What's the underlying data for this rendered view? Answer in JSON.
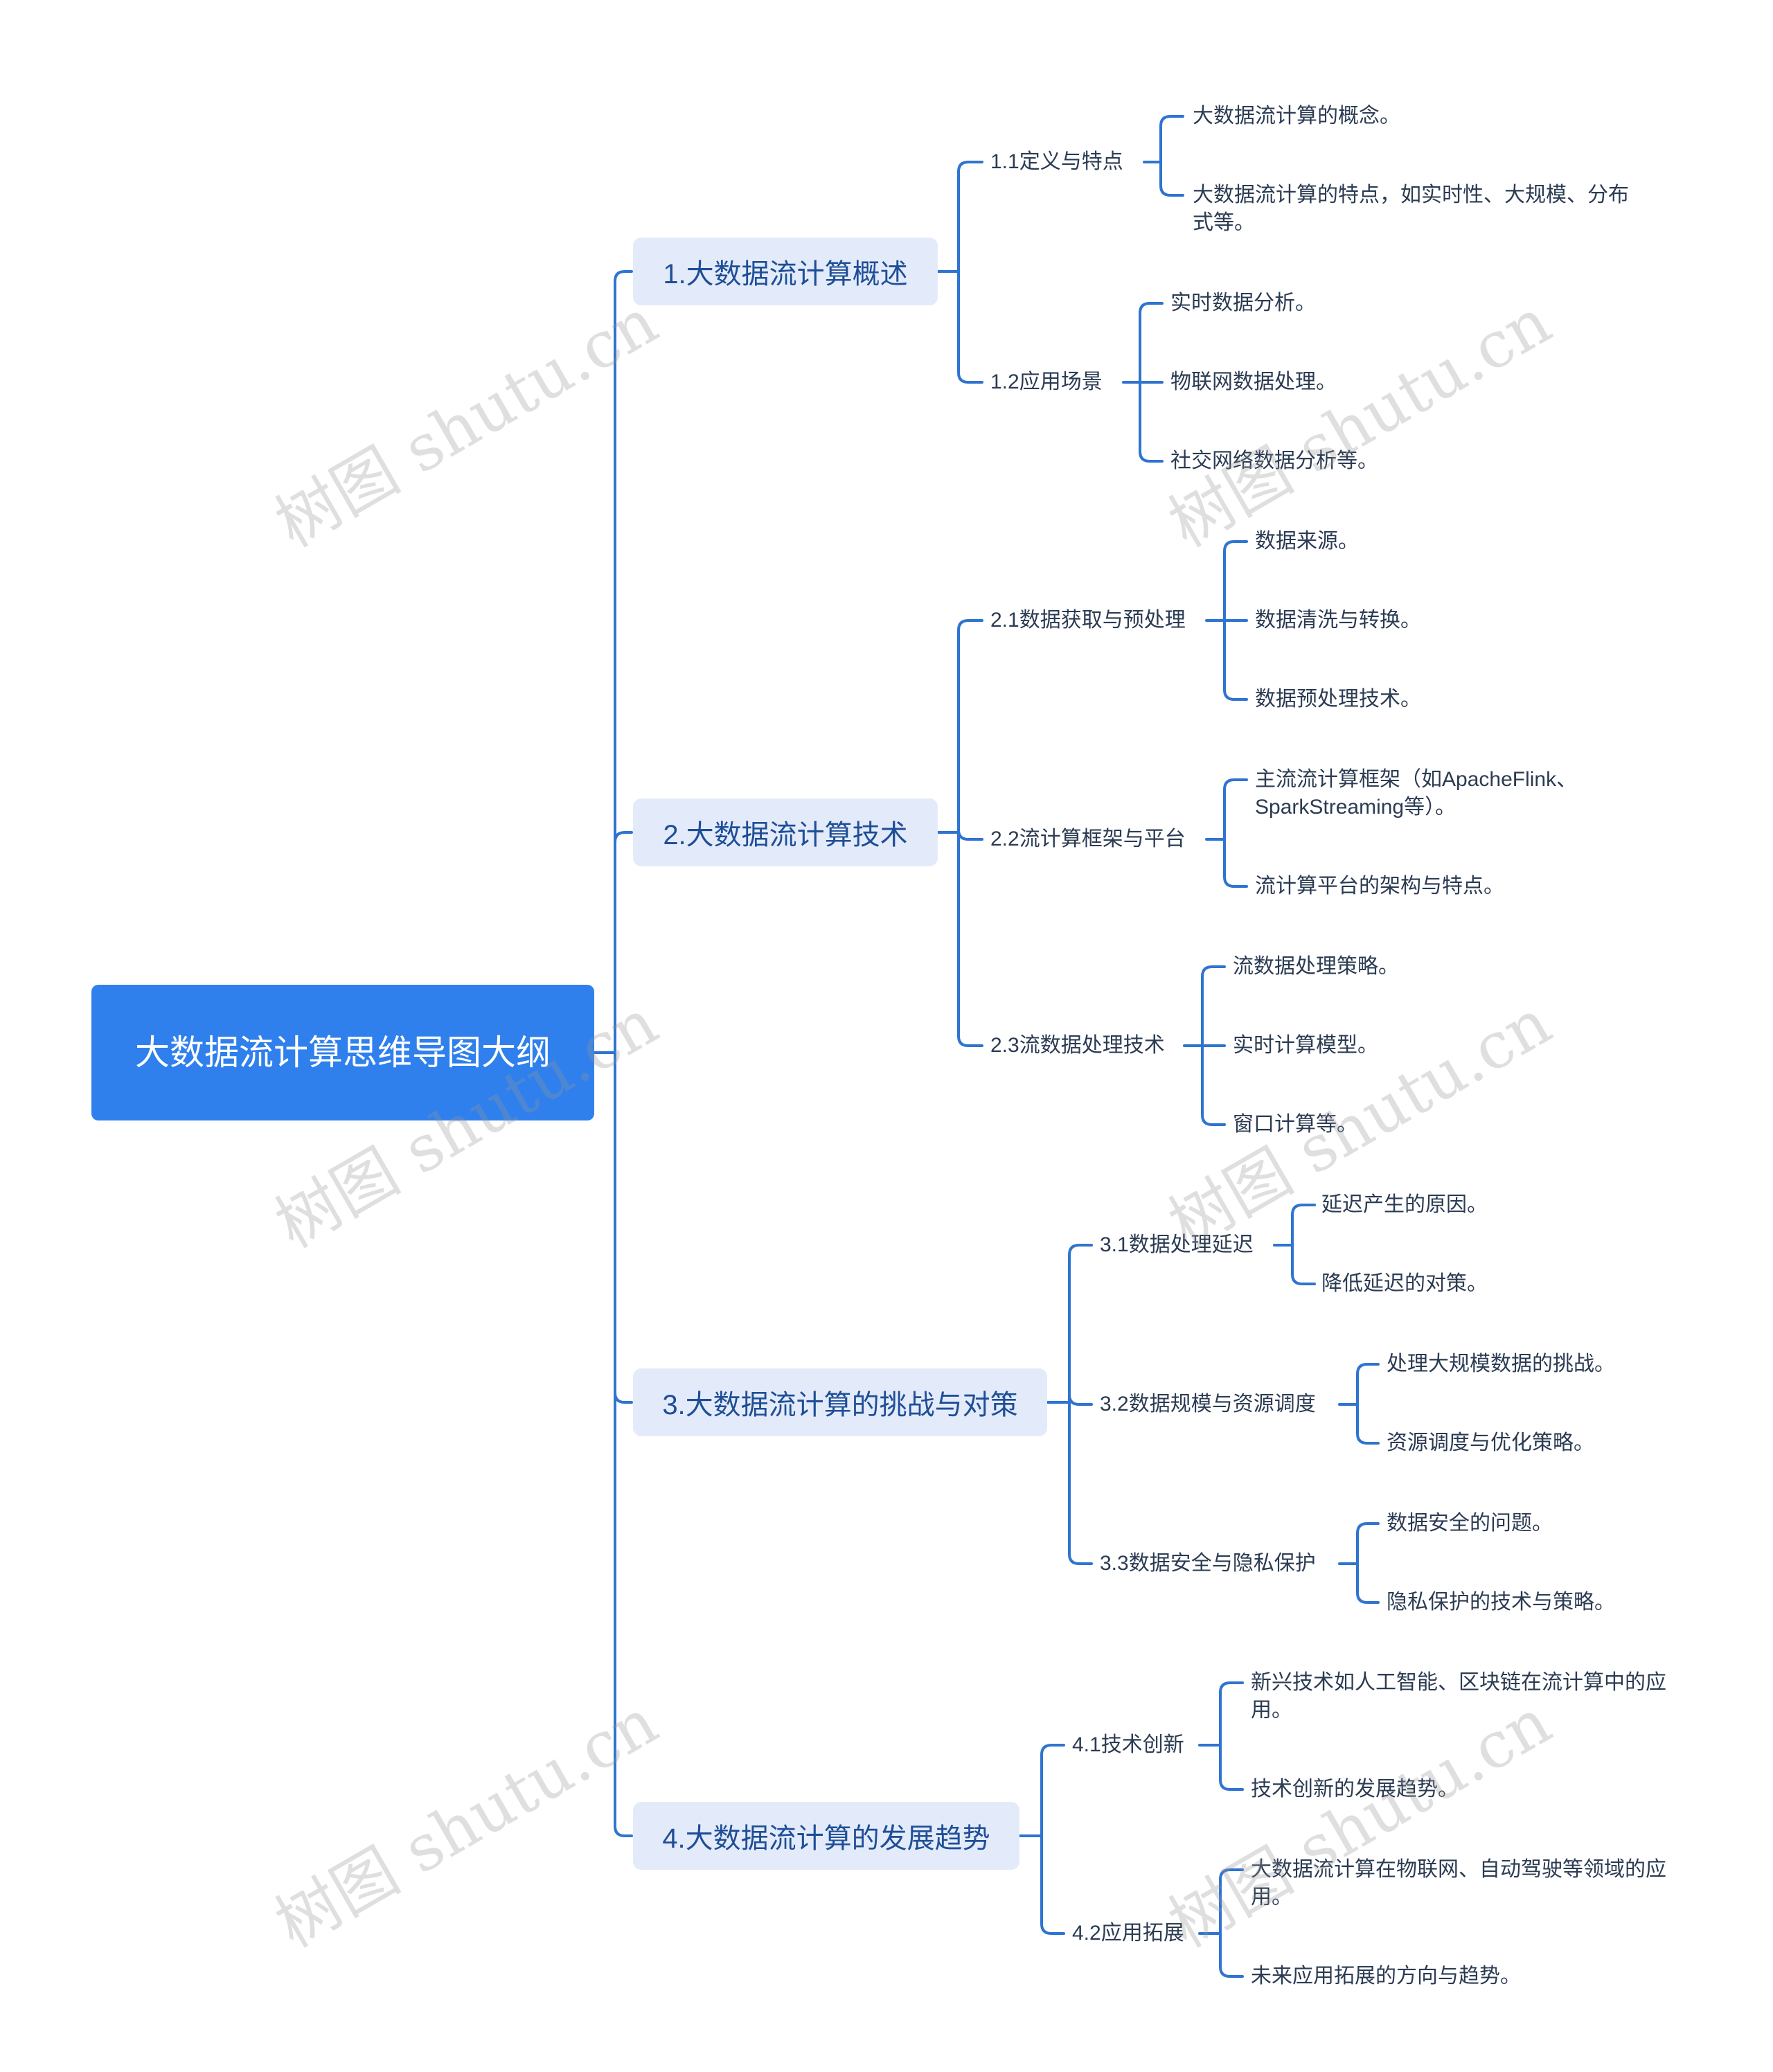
{
  "root": {
    "title": "大数据流计算思维导图大纲"
  },
  "watermark": "树图 shutu.cn",
  "colors": {
    "root_fill": "#2f80ed",
    "branch_fill": "#e3ebfb",
    "line": "#2f74d0",
    "branch_text": "#1f4e96"
  },
  "branches": [
    {
      "label": "1.大数据流计算概述",
      "children": [
        {
          "label": "1.1定义与特点",
          "children": [
            "大数据流计算的概念。",
            "大数据流计算的特点，如实时性、大规模、分布式等。"
          ]
        },
        {
          "label": "1.2应用场景",
          "children": [
            "实时数据分析。",
            "物联网数据处理。",
            "社交网络数据分析等。"
          ]
        }
      ]
    },
    {
      "label": "2.大数据流计算技术",
      "children": [
        {
          "label": "2.1数据获取与预处理",
          "children": [
            "数据来源。",
            "数据清洗与转换。",
            "数据预处理技术。"
          ]
        },
        {
          "label": "2.2流计算框架与平台",
          "children": [
            "主流流计算框架（如ApacheFlink、SparkStreaming等）。",
            "流计算平台的架构与特点。"
          ]
        },
        {
          "label": "2.3流数据处理技术",
          "children": [
            "流数据处理策略。",
            "实时计算模型。",
            "窗口计算等。"
          ]
        }
      ]
    },
    {
      "label": "3.大数据流计算的挑战与对策",
      "children": [
        {
          "label": "3.1数据处理延迟",
          "children": [
            "延迟产生的原因。",
            "降低延迟的对策。"
          ]
        },
        {
          "label": "3.2数据规模与资源调度",
          "children": [
            "处理大规模数据的挑战。",
            "资源调度与优化策略。"
          ]
        },
        {
          "label": "3.3数据安全与隐私保护",
          "children": [
            "数据安全的问题。",
            "隐私保护的技术与策略。"
          ]
        }
      ]
    },
    {
      "label": "4.大数据流计算的发展趋势",
      "children": [
        {
          "label": "4.1技术创新",
          "children": [
            "新兴技术如人工智能、区块链在流计算中的应用。",
            "技术创新的发展趋势。"
          ]
        },
        {
          "label": "4.2应用拓展",
          "children": [
            "大数据流计算在物联网、自动驾驶等领域的应用。",
            "未来应用拓展的方向与趋势。"
          ]
        }
      ]
    }
  ]
}
